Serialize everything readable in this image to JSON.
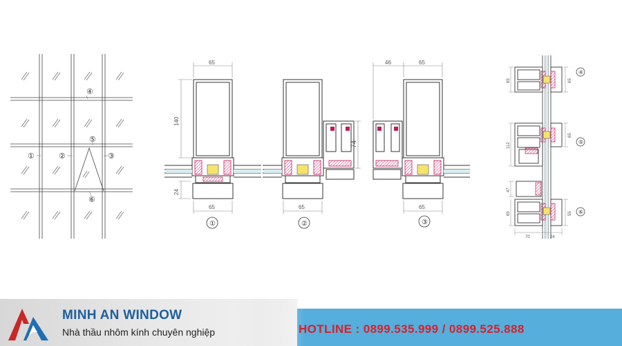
{
  "elevation": {
    "callouts": [
      "④",
      "①",
      "②",
      "⑤",
      "③",
      "⑥"
    ]
  },
  "section_1": {
    "top_width": "65",
    "height": "140",
    "bottom_gap": "24",
    "bottom_width": "65",
    "label": "①"
  },
  "section_2": {
    "width": "65",
    "depth": "74",
    "label": "②"
  },
  "section_3": {
    "left_width": "46",
    "top_width": "65",
    "bottom_width": "65",
    "label": "③"
  },
  "detail_4": {
    "left_dim": "65",
    "right_dim": "65",
    "label": "④"
  },
  "detail_5": {
    "left_dim": "112",
    "right_dim": "65",
    "label": "⑤"
  },
  "detail_6": {
    "top_dim": "47",
    "left_dim": "65",
    "right_dim": "55",
    "bottom_left": "70",
    "bottom_right": "24",
    "label": "⑥"
  },
  "footer": {
    "brand_name": "MINH AN WINDOW",
    "tagline": "Nhà thầu nhôm kính chuyên nghiệp",
    "hotline": "HOTLINE : 0899.535.999 / 0899.525.888",
    "colors": {
      "brand": "#1f5f9e",
      "hotline": "#d8202a",
      "bar": "#56aedd",
      "accent": "#c2185b"
    }
  }
}
